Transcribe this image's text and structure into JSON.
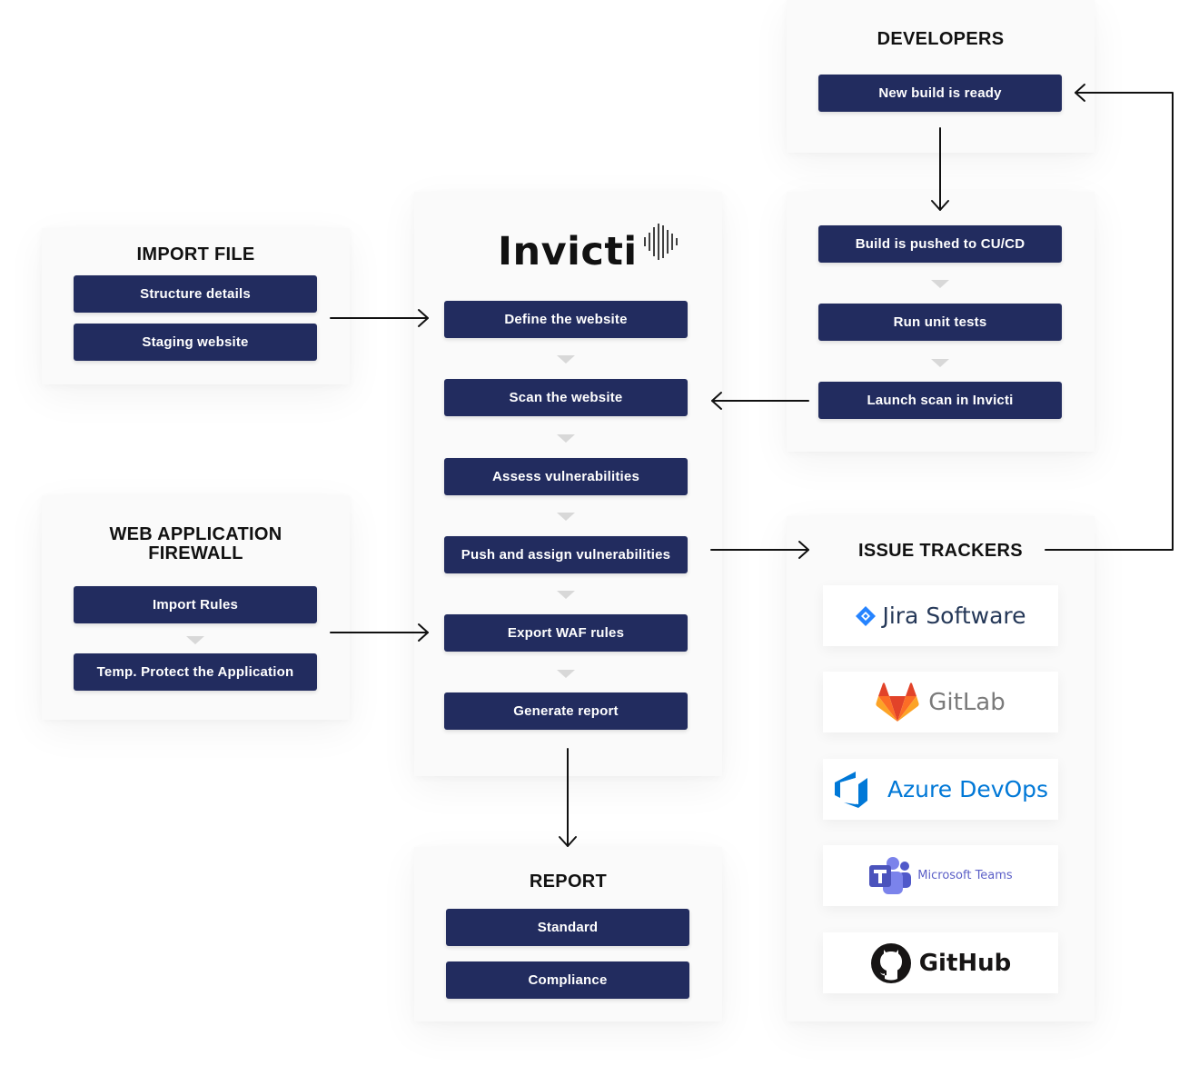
{
  "import_file": {
    "title": "IMPORT FILE",
    "items": [
      "Structure details",
      "Staging website"
    ]
  },
  "waf": {
    "title_line1": "WEB APPLICATION",
    "title_line2": "FIREWALL",
    "items": [
      "Import Rules",
      "Temp. Protect the Application"
    ]
  },
  "invicti": {
    "logo": "Invicti",
    "steps": [
      "Define the website",
      "Scan the website",
      "Assess vulnerabilities",
      "Push and assign vulnerabilities",
      "Export WAF rules",
      "Generate report"
    ]
  },
  "developers": {
    "title": "DEVELOPERS",
    "steps": [
      "New build is ready",
      "Build is pushed to CU/CD",
      "Run unit tests",
      "Launch scan in Invicti"
    ]
  },
  "report": {
    "title": "REPORT",
    "items": [
      "Standard",
      "Compliance"
    ]
  },
  "issue_trackers": {
    "title": "ISSUE TRACKERS",
    "logos": [
      {
        "name": "Jira Software",
        "icon": "jira-icon",
        "color": "#2684ff"
      },
      {
        "name": "GitLab",
        "icon": "gitlab-icon",
        "color": "#fc6d26"
      },
      {
        "name": "Azure DevOps",
        "icon": "azure-devops-icon",
        "color": "#0078d7"
      },
      {
        "name": "Microsoft Teams",
        "icon": "teams-icon",
        "color": "#5059c9"
      },
      {
        "name": "GitHub",
        "icon": "github-icon",
        "color": "#171515"
      }
    ]
  },
  "colors": {
    "button": "#222c5f",
    "chevron": "#d8d8d8",
    "card": "#fafafa"
  }
}
